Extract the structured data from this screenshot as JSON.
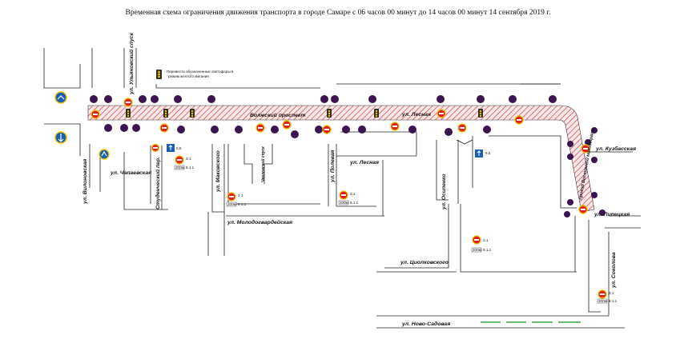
{
  "title": "Временная схема ограничения движения транспорта в городе Самаре с 06 часов 00 минут до 14  часов 00 минут 14 сентября 2019 г.",
  "legend": {
    "text_line1": "- Перевести обозначенные светофоры в",
    "text_line2": "режим желтого мигания",
    "icon": "traffic-light-icon"
  },
  "streets": {
    "ulyanovsky": "ул. Ульяновский спуск",
    "volzhsky": "Волжский проспект",
    "lesnaya_top": "ул. Лесная",
    "lesnaya_mid": "ул. Лесная",
    "vilonovskaya": "ул. Вилоновская",
    "chapaevskaya": "ул. Чапаевская",
    "studencheskiy": "Студенческий пер.",
    "makovskogo": "ул. Маковского",
    "chkalovsky": "Чкаловский спуск",
    "polevaya": "ул. Полевая",
    "molodogvardeyskaya": "ул. Молодогвардейская",
    "osipenko": "ул. Осипенко",
    "tsiolkovskogo": "ул. Циолковского",
    "novo_sadovaya": "ул. Ново-Садовая",
    "kuzbasskaya": "ул. Кузбасская",
    "lipetskaya": "ул. Липецкая",
    "sokolova": "ул. Соколова",
    "vostochnaya": "проезд Восточной магистрали"
  },
  "signs": {
    "no_entry_code": "3.1",
    "distance_plate": "200м",
    "distance_code": "8.1.1",
    "one_way_code": "5.5"
  },
  "colors": {
    "road_hatch": "#d23b3b",
    "no_entry": "#e02020",
    "restriction_sign": "#3a1550",
    "traffic_light_body": "#2b2b2b",
    "traffic_light_amber": "#f2c200",
    "blue_sign": "#1a5fb4",
    "tram_line": "#3aa04a"
  }
}
